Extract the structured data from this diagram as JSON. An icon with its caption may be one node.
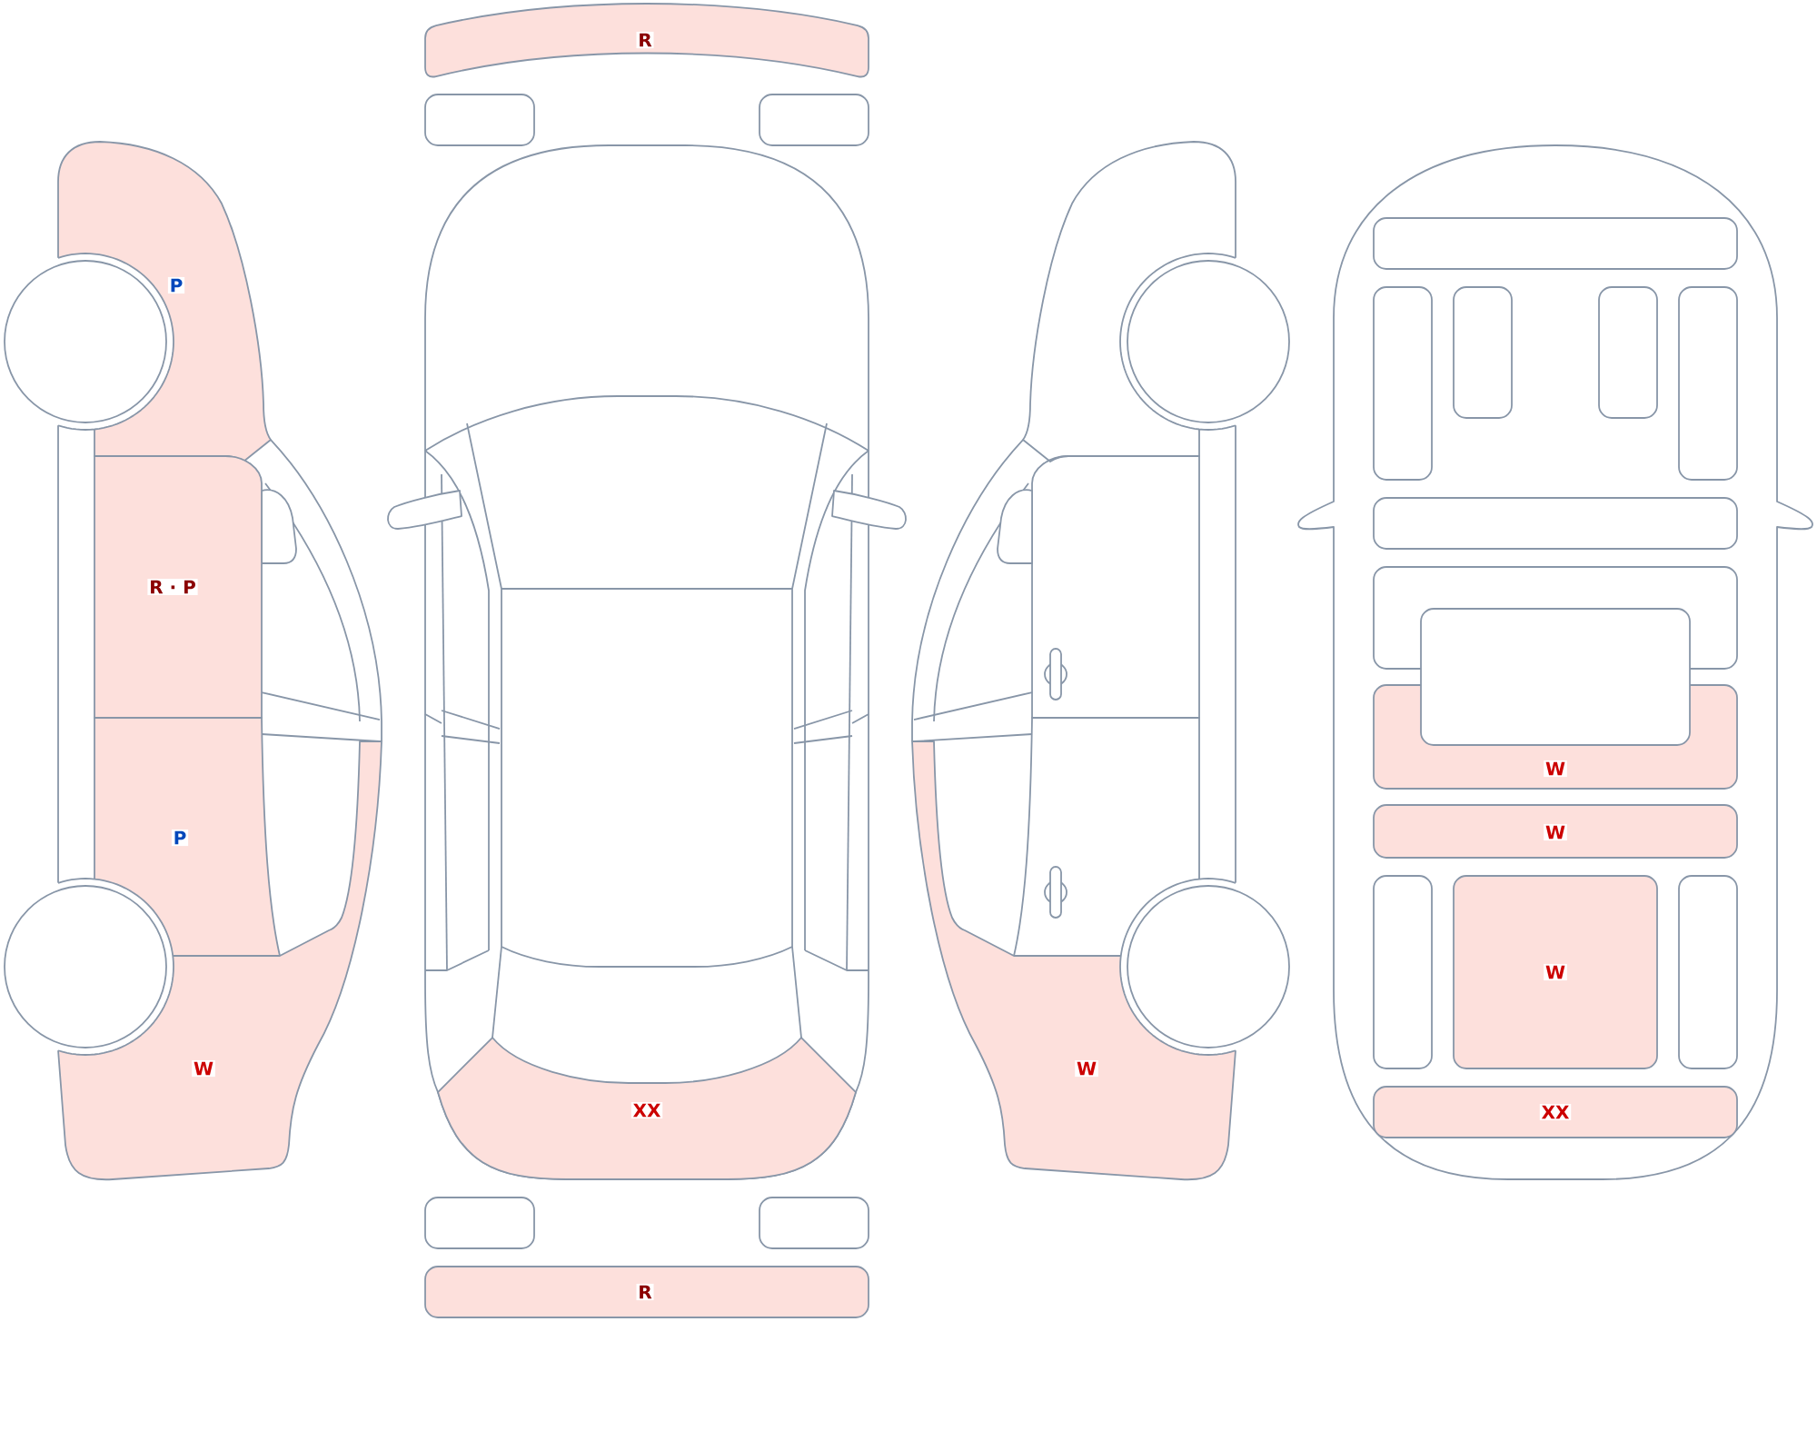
{
  "diagram": {
    "nodes": [
      {
        "text": [
          "P"
        ]
      },
      {
        "text": [
          "R · P"
        ]
      },
      {
        "text": [
          "P"
        ]
      },
      {
        "text": [
          "W"
        ]
      },
      {
        "text": [
          "R"
        ]
      },
      {
        "text": [],
        "shape": "box"
      },
      {
        "text": [],
        "shape": "box"
      },
      {
        "text": [
          "XX"
        ]
      },
      {
        "text": [],
        "shape": "box"
      },
      {
        "text": [],
        "shape": "box"
      },
      {
        "text": [
          "R"
        ]
      },
      {
        "text": [
          "W"
        ]
      },
      {
        "text": [],
        "shape": "box"
      },
      {
        "text": [],
        "shape": "box"
      },
      {
        "text": [],
        "shape": "box"
      },
      {
        "text": [],
        "shape": "box"
      },
      {
        "text": [],
        "shape": "box"
      },
      {
        "text": [],
        "shape": "box"
      },
      {
        "text": [],
        "shape": "box"
      },
      {
        "text": [],
        "shape": "box"
      },
      {
        "text": [
          "W"
        ]
      },
      {
        "text": [
          "W"
        ]
      },
      {
        "text": [],
        "shape": "box"
      },
      {
        "text": [
          "W"
        ]
      },
      {
        "text": [],
        "shape": "box"
      },
      {
        "text": [
          "XX"
        ]
      }
    ]
  }
}
